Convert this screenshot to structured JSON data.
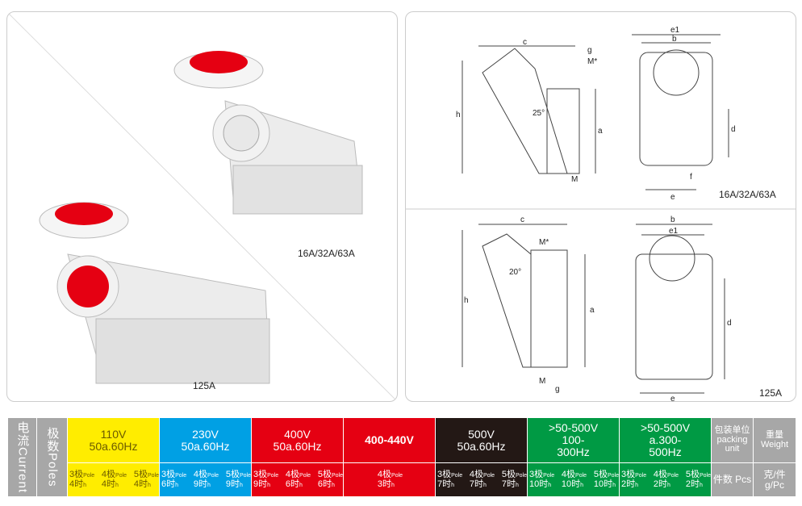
{
  "left_panel": {
    "label_top": "16A/32A/63A",
    "label_bottom": "125A"
  },
  "right_top": {
    "dims": [
      "c",
      "g",
      "M*",
      "h",
      "a",
      "25°",
      "M",
      "e1",
      "b",
      "d",
      "e",
      "f"
    ],
    "label": "16A/32A/63A"
  },
  "right_bottom": {
    "dims": [
      "c",
      "M*",
      "h",
      "a",
      "20°",
      "M",
      "g",
      "b",
      "e1",
      "d",
      "e"
    ],
    "label": "125A"
  },
  "table": {
    "current": "电流Current",
    "poles": "极数Poles",
    "columns": [
      {
        "header": [
          "110V",
          "50a.60Hz"
        ],
        "color": "#ffed00",
        "poles": [
          "3极",
          "4极",
          "5极"
        ],
        "hours": [
          "4时",
          "4时",
          "4时"
        ]
      },
      {
        "header": [
          "230V",
          "50a.60Hz"
        ],
        "color": "#00a0e4",
        "poles": [
          "3极",
          "4极",
          "5极"
        ],
        "hours": [
          "6时",
          "9时",
          "9时"
        ]
      },
      {
        "header": [
          "400V",
          "50a.60Hz"
        ],
        "color": "#e50012",
        "poles": [
          "3极",
          "4极",
          "5极"
        ],
        "hours": [
          "9时",
          "6时",
          "6时"
        ]
      },
      {
        "header": [
          "400-440V"
        ],
        "color": "#e50012",
        "poles": [
          "4极"
        ],
        "hours": [
          "3时"
        ]
      },
      {
        "header": [
          "500V",
          "50a.60Hz"
        ],
        "color": "#231815",
        "poles": [
          "3极",
          "4极",
          "5极"
        ],
        "hours": [
          "7时",
          "7时",
          "7时"
        ]
      },
      {
        "header": [
          ">50-500V",
          "100-",
          "300Hz"
        ],
        "color": "#009a44",
        "poles": [
          "3极",
          "4极",
          "5极"
        ],
        "hours": [
          "10时",
          "10时",
          "10时"
        ]
      },
      {
        "header": [
          ">50-500V",
          "a.300-",
          "500Hz"
        ],
        "color": "#009a44",
        "poles": [
          "3极",
          "4极",
          "5极"
        ],
        "hours": [
          "2时",
          "2时",
          "2时"
        ]
      }
    ],
    "pole_unit": "Pole",
    "hour_unit": "h",
    "packing": {
      "header": "包装单位 packing unit",
      "value": "件数 Pcs"
    },
    "weight": {
      "header": "重量 Weight",
      "value": "克/件 g/Pc"
    }
  }
}
